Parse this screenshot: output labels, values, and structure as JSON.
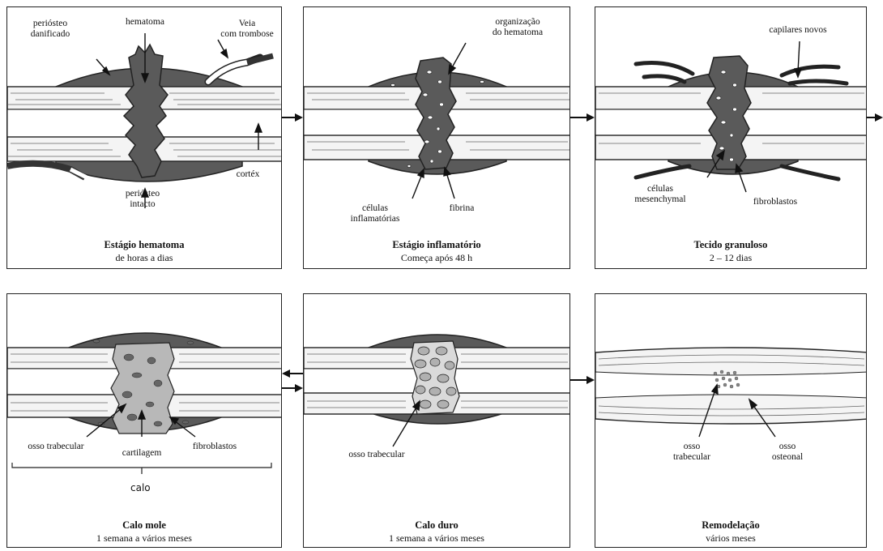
{
  "panels": [
    {
      "title": "Estágio hematoma",
      "subtitle": "de horas a dias",
      "labels": [
        "periósteo\ndanificado",
        "hematoma",
        "Veia\ncom trombose",
        "periósteo\nintacto",
        "cortéx"
      ]
    },
    {
      "title": "Estágio inflamatório",
      "subtitle": "Começa após 48 h",
      "labels": [
        "organização\ndo hematoma",
        "células\ninflamatórias",
        "fibrina"
      ]
    },
    {
      "title": "Tecido granuloso",
      "subtitle": "2 – 12 dias",
      "labels": [
        "capilares novos",
        "células\nmesenchymal",
        "fibroblastos"
      ]
    },
    {
      "title": "Calo mole",
      "subtitle": "1 semana a vários meses",
      "labels": [
        "osso trabecular",
        "cartilagem",
        "fibroblastos",
        "calo"
      ]
    },
    {
      "title": "Calo duro",
      "subtitle": "1 semana a vários meses",
      "labels": [
        "osso trabecular"
      ]
    },
    {
      "title": "Remodelação",
      "subtitle": "vários meses",
      "labels": [
        "osso\ntrabecular",
        "osso\nosteonal"
      ]
    }
  ]
}
